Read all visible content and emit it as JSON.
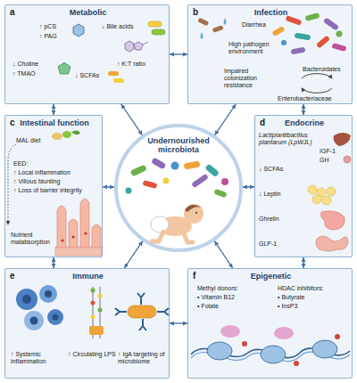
{
  "diagram": {
    "nodes": [
      {
        "text": [
          "a",
          "Metabolic",
          "↑ pCS",
          "↑ PAG",
          "↓ Bile acids",
          "↓ Choline",
          "↑ TMAO",
          "↓ SCFAs",
          "↑ K:T ratio"
        ]
      },
      {
        "text": [
          "b",
          "Infection",
          "Diarrhea",
          "High pathogen environment",
          "Impaired colonization resistance",
          "Bacteroidales",
          "Enterobacteriaceae"
        ]
      },
      {
        "text": [
          "c",
          "Intestinal function",
          "MAL diet",
          "EED:",
          "↑ Local inflammation",
          "↑ Villous blunting",
          "↑ Loss of barrier integrity",
          "Nutrient malabsorption"
        ]
      },
      {
        "text": [
          "Undernourished microbiota"
        ]
      },
      {
        "text": [
          "d",
          "Endocrine",
          "Lactiplantibacillus plantarum (LpWJL)",
          "IGF-1",
          "GH",
          "↓ SCFAs",
          "↓ Leptin",
          "Ghrelin",
          "GLP-1"
        ]
      },
      {
        "text": [
          "e",
          "Immune",
          "↑ Systemic inflammation",
          "↑ Circulating LPS",
          "↑ IgA targeting of microbiome"
        ]
      },
      {
        "text": [
          "f",
          "Epigenetic",
          "Methyl donors:",
          "• Vitamin B12",
          "• Folate",
          "HDAC inhibitors:",
          "• Butyrate",
          "• InsP3"
        ]
      }
    ],
    "edges": [
      {
        "from": 3,
        "to": 0,
        "arrow": "both"
      },
      {
        "from": 3,
        "to": 1,
        "arrow": "both"
      },
      {
        "from": 3,
        "to": 2,
        "arrow": "both"
      },
      {
        "from": 3,
        "to": 4,
        "arrow": "both"
      },
      {
        "from": 3,
        "to": 5,
        "arrow": "both"
      },
      {
        "from": 3,
        "to": 6,
        "arrow": "both"
      },
      {
        "from": 0,
        "to": 1,
        "arrow": "both"
      },
      {
        "from": 0,
        "to": 2,
        "arrow": "both"
      },
      {
        "from": 1,
        "to": 4,
        "arrow": "both"
      },
      {
        "from": 2,
        "to": 5,
        "arrow": "both"
      },
      {
        "from": 4,
        "to": 6,
        "arrow": "both"
      },
      {
        "from": 5,
        "to": 6,
        "arrow": "both"
      }
    ]
  }
}
